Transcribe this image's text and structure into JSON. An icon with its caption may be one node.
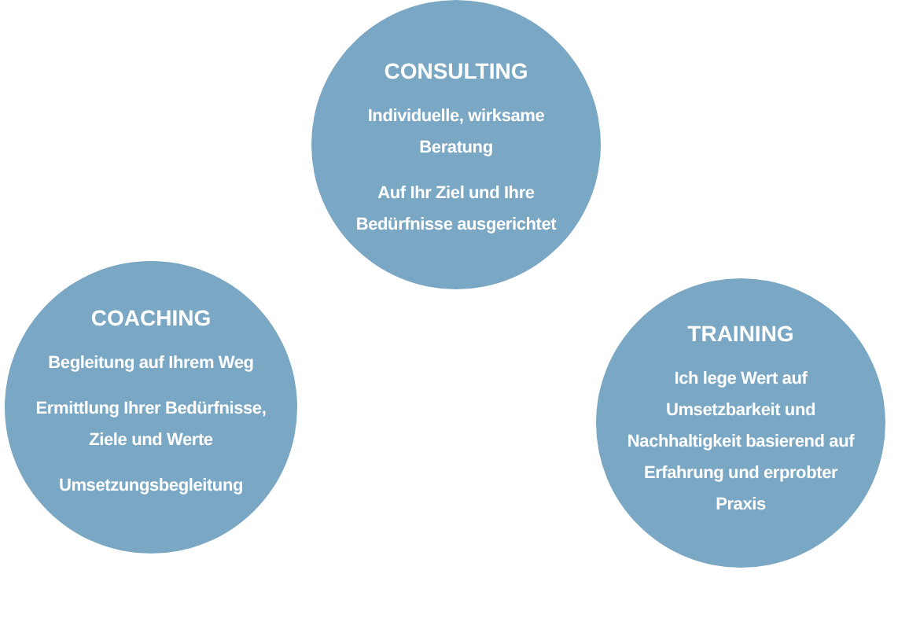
{
  "diagram": {
    "nodes": [
      {
        "text": [
          "CONSULTING",
          "Individuelle, wirksame Beratung",
          "Auf Ihr Ziel und Ihre Bedürfnisse ausgerichtet"
        ]
      },
      {
        "text": [
          "COACHING",
          "Begleitung auf Ihrem Weg",
          "Ermittlung Ihrer Bedürfnisse, Ziele und Werte",
          "Umsetzungsbegleitung"
        ]
      },
      {
        "text": [
          "TRAINING",
          "Ich lege Wert auf Umsetzbarkeit und Nachhaltigkeit basierend auf Erfahrung und erprobter Praxis"
        ]
      }
    ]
  }
}
